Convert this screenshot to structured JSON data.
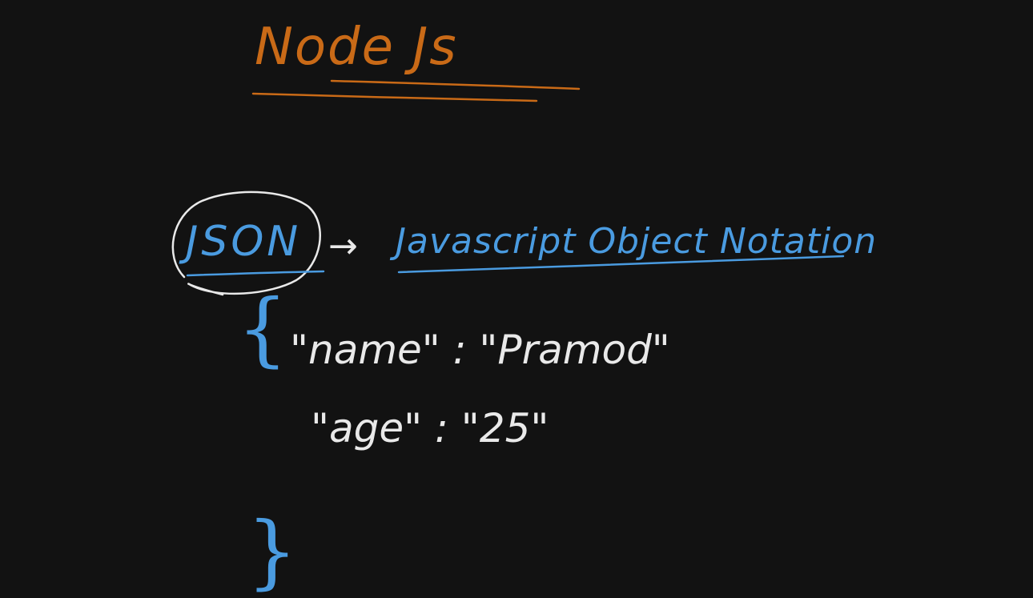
{
  "note": {
    "title": "Node Js",
    "colors": {
      "background": "#121212",
      "orange": "#c96a17",
      "blue": "#4a9be0",
      "white": "#e9e9e9"
    },
    "acronym": {
      "term": "JSON",
      "arrow": "→",
      "expansion": "Javascript Object Notation"
    },
    "example": {
      "open_brace": "{",
      "line1": "\"name\" : \"Pramod\"",
      "line2": "\"age\" : \"25\"",
      "close_brace": "}"
    }
  }
}
